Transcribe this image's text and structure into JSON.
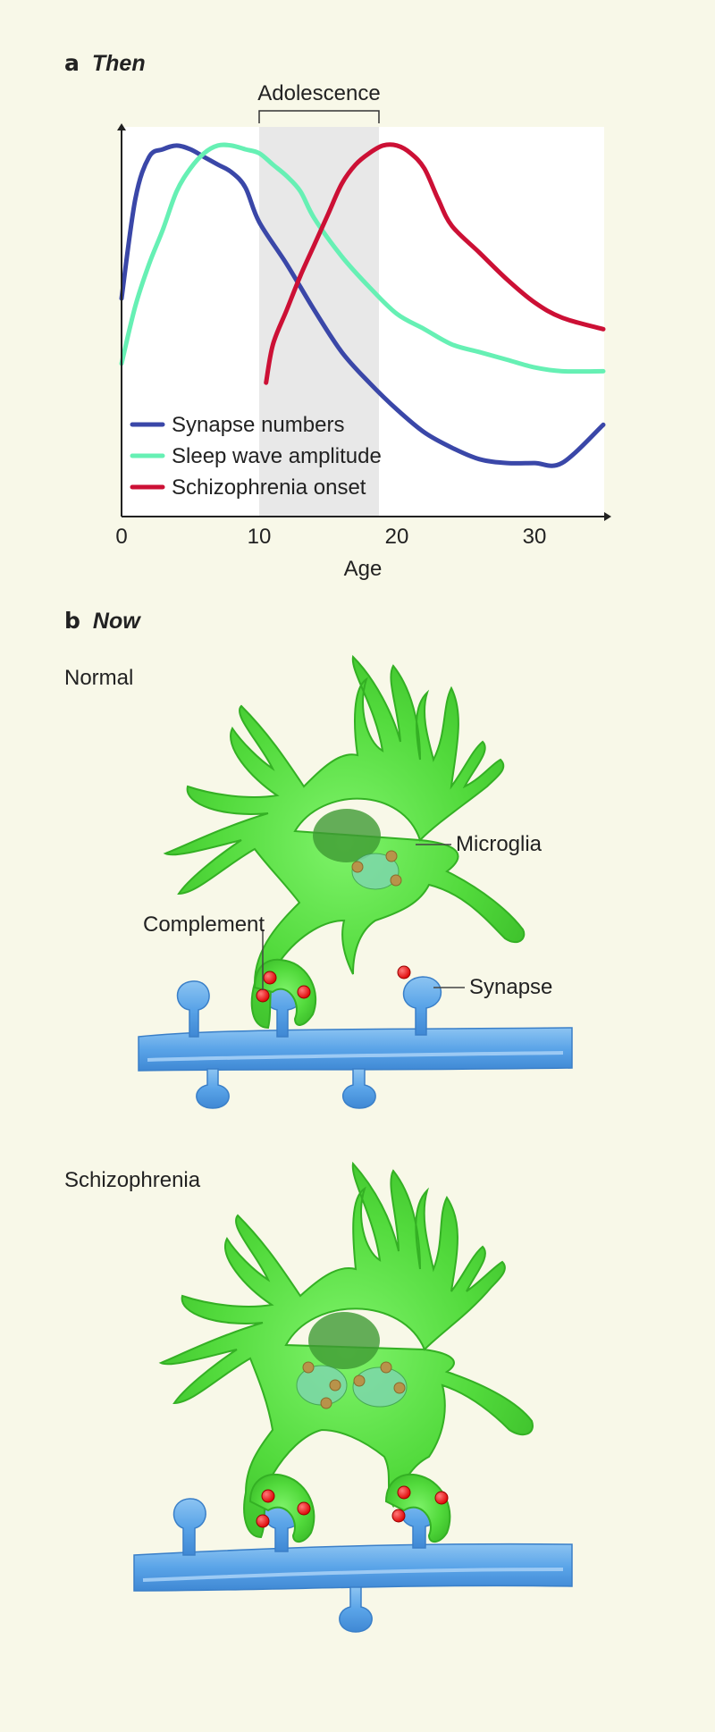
{
  "panel_a": {
    "letter": "a",
    "title": "Then"
  },
  "panel_b": {
    "letter": "b",
    "title": "Now",
    "normal": {
      "label": "Normal",
      "annotations": {
        "microglia": "Microglia",
        "complement": "Complement",
        "synapse": "Synapse"
      }
    },
    "schizophrenia": {
      "label": "Schizophrenia"
    }
  },
  "colors": {
    "synapse": "#3a47a8",
    "sleep": "#66f0b4",
    "schizo": "#cc1035",
    "microglia": "#4fd83a",
    "dendrite": "#5aa4e8",
    "complement": "#e0151a"
  },
  "chart_data": {
    "type": "line",
    "title": "",
    "xlabel": "Age",
    "ylabel": "",
    "xlim": [
      0,
      35
    ],
    "ylim": [
      0,
      100
    ],
    "xticks": [
      "0",
      "10",
      "20",
      "30"
    ],
    "band": {
      "label": "Adolescence",
      "from": 10,
      "to": 18.7
    },
    "legend_position": "bottom-left",
    "series": [
      {
        "name": "Synapse numbers",
        "color": "#3a47a8",
        "x": [
          0,
          1,
          2,
          3,
          4,
          5,
          6,
          7,
          8,
          9,
          10,
          12,
          14,
          16,
          18,
          20,
          22,
          24,
          26,
          28,
          30,
          32,
          35
        ],
        "y": [
          57,
          83,
          94,
          96,
          97,
          96,
          94,
          92,
          90,
          86,
          77,
          66,
          54,
          43,
          35,
          28,
          22,
          18,
          15,
          14,
          14,
          14,
          24
        ]
      },
      {
        "name": "Sleep wave amplitude",
        "color": "#66f0b4",
        "x": [
          0,
          1,
          2,
          3,
          4,
          5,
          6,
          7,
          8,
          9,
          10,
          11,
          12,
          13,
          14,
          16,
          18,
          20,
          22,
          24,
          26,
          28,
          30,
          32,
          35
        ],
        "y": [
          40,
          55,
          66,
          75,
          85,
          91,
          95,
          97,
          97,
          96,
          95,
          92,
          89,
          85,
          78,
          68,
          60,
          53,
          49,
          45,
          43,
          41,
          39,
          38,
          38
        ]
      },
      {
        "name": "Schizophrenia onset",
        "color": "#cc1035",
        "x": [
          10.5,
          11,
          12,
          13,
          14,
          15,
          16,
          17,
          18,
          19,
          20,
          21,
          22,
          23,
          24,
          26,
          28,
          30,
          32,
          35
        ],
        "y": [
          35,
          45,
          54,
          63,
          71,
          79,
          87,
          92,
          95,
          97,
          97,
          95,
          91,
          83,
          76,
          69,
          62,
          56,
          52,
          49
        ]
      }
    ]
  }
}
